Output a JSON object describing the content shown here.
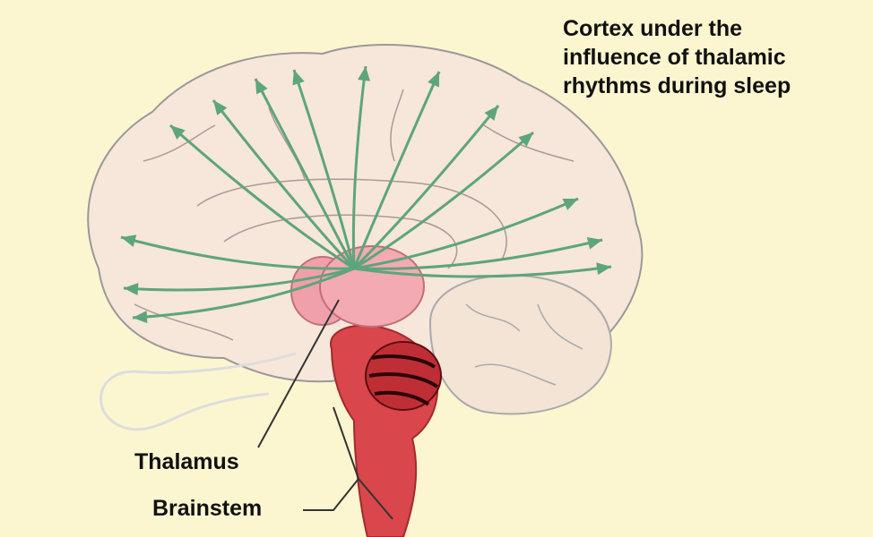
{
  "title": {
    "line1": "Cortex under the",
    "line2": "influence of thalamic",
    "line3": "rhythms during sleep"
  },
  "labels": {
    "thalamus": "Thalamus",
    "brainstem": "Brainstem"
  },
  "colors": {
    "background": "#fcf6d0",
    "cortex": "#f7e6da",
    "thalamus": "#f2a2ab",
    "brainstem": "#d9464b",
    "arrows": "#5da57c"
  }
}
